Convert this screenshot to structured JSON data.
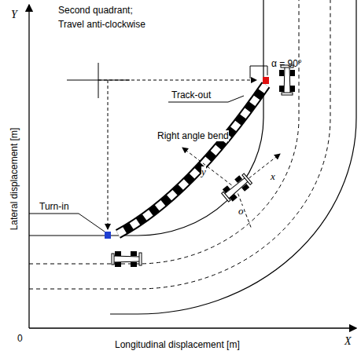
{
  "diagram": {
    "labels": [
      "Y",
      "X",
      "0",
      "Lateral displacement [m]",
      "Longitudinal displacement [m]",
      "Second quadrant;",
      "Travel anti-clockwise",
      "α = 90°",
      "Track-out",
      "Right angle bend",
      "Turn-in",
      "y",
      "x",
      "o"
    ]
  }
}
